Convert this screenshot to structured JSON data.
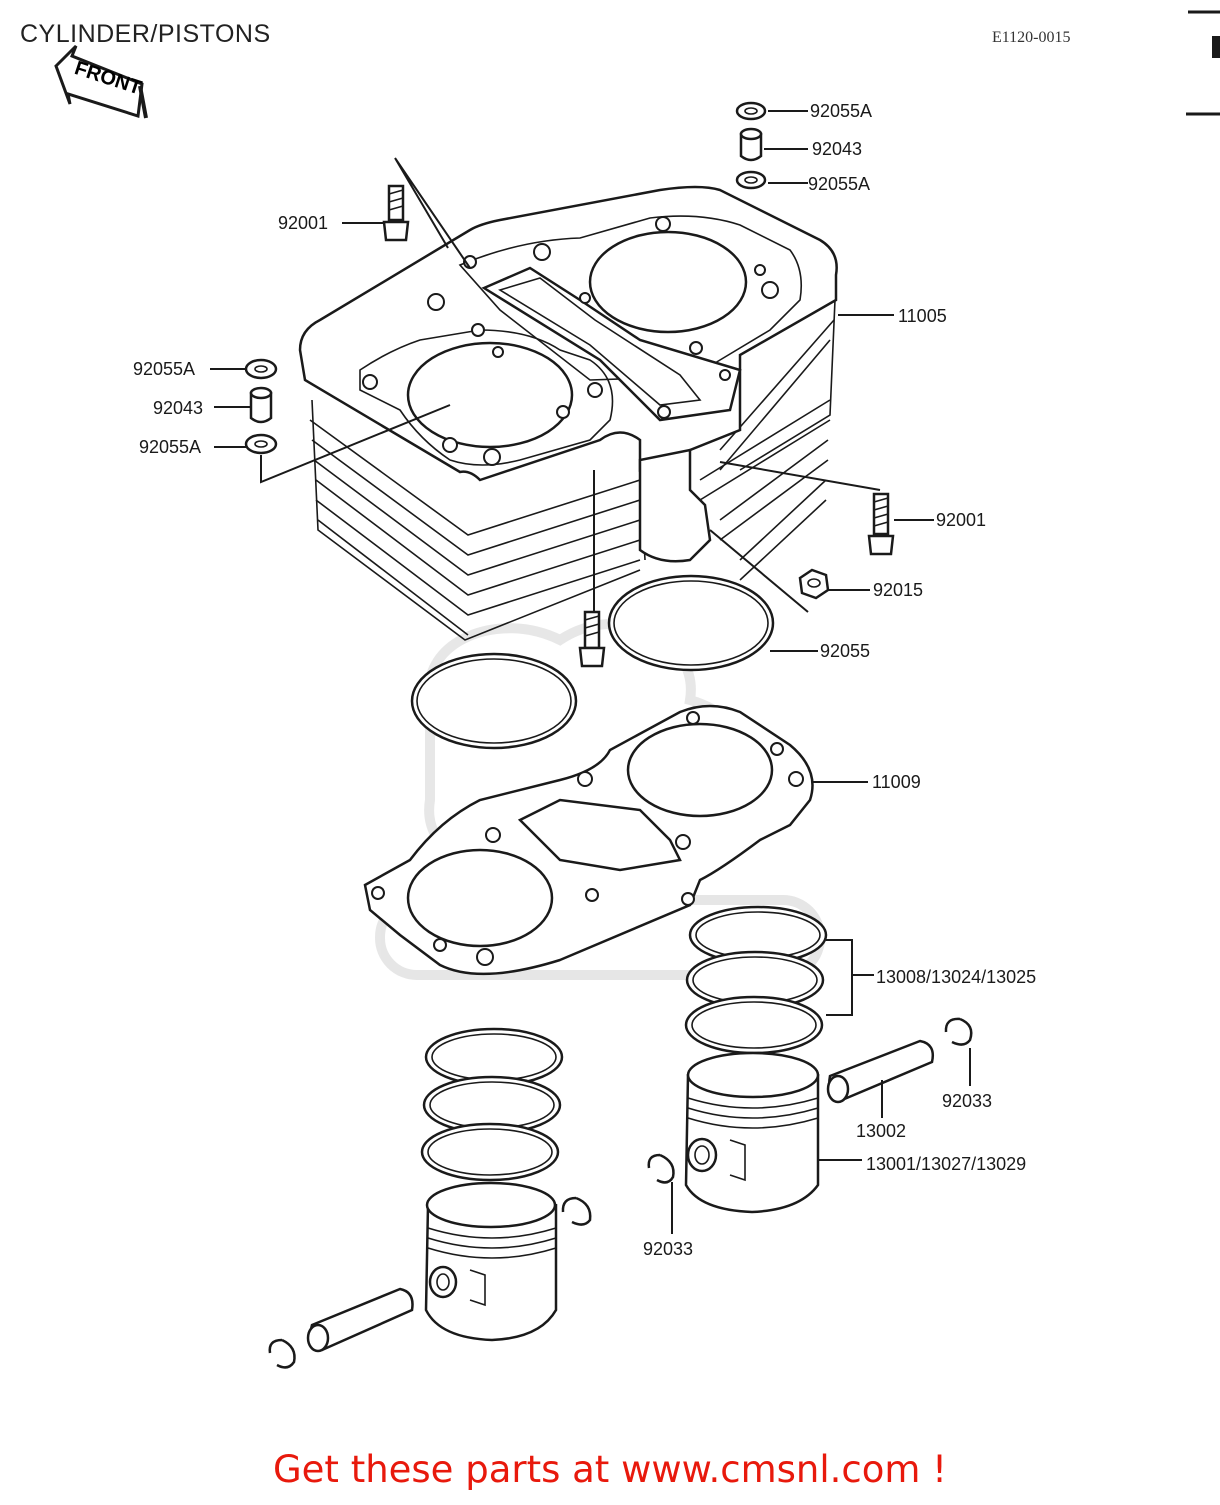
{
  "page": {
    "title": "CYLINDER/PISTONS",
    "doc_code": "E1120-0015",
    "front_marker": "FRONT",
    "promo_prefix": "Get these parts at",
    "promo_link": "www.cmsnl.com",
    "promo_suffix": "!"
  },
  "part_labels": {
    "oring_top_a": "92055A",
    "dowel_top": "92043",
    "oring_top_b": "92055A",
    "bolt_left": "92001",
    "cylinder_block": "11005",
    "oring_left_a": "92055A",
    "dowel_left": "92043",
    "oring_left_b": "92055A",
    "bolt_right": "92001",
    "nut": "92015",
    "oring_base": "92055",
    "base_gasket": "11009",
    "ring_set": "13008/13024/13025",
    "clip_right": "92033",
    "piston_pin": "13002",
    "piston": "13001/13027/13029",
    "clip_left": "92033"
  }
}
